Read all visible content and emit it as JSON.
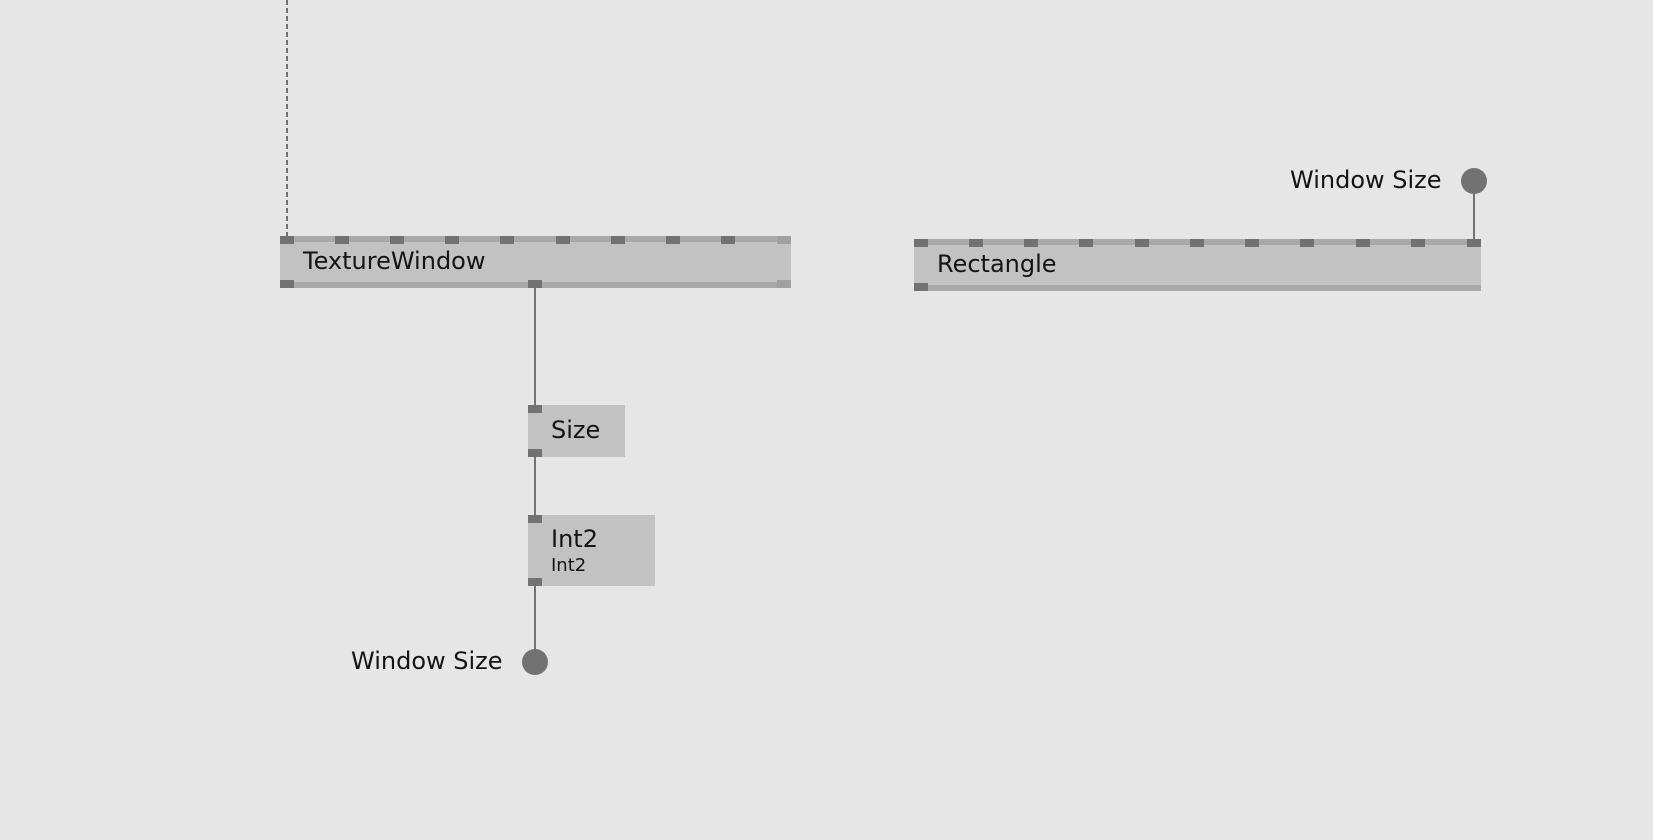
{
  "nodes": {
    "texture_window": {
      "title": "TextureWindow"
    },
    "rectangle": {
      "title": "Rectangle"
    },
    "size": {
      "title": "Size"
    },
    "int2": {
      "title": "Int2",
      "subtitle": "Int2"
    }
  },
  "ioboxes": {
    "window_size_out": {
      "label": "Window Size"
    },
    "window_size_in": {
      "label": "Window Size"
    }
  },
  "colors": {
    "background": "#e6e6e6",
    "node_fill": "#c2c2c2",
    "pin_fill": "#727272",
    "wire": "#727272"
  }
}
